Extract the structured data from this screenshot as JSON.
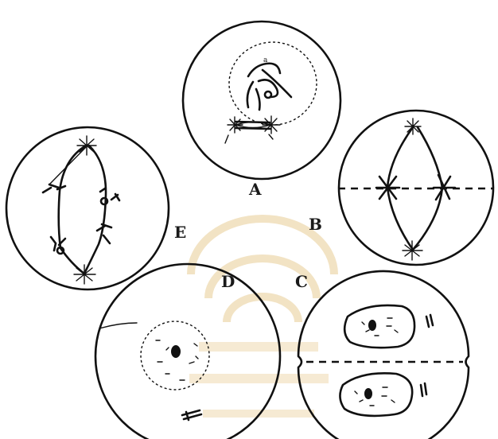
{
  "labels": {
    "a": "A",
    "b": "B",
    "c": "C",
    "d": "D",
    "e": "E"
  },
  "colors": {
    "ink": "#111111",
    "watermark": "#f2e3c4"
  }
}
